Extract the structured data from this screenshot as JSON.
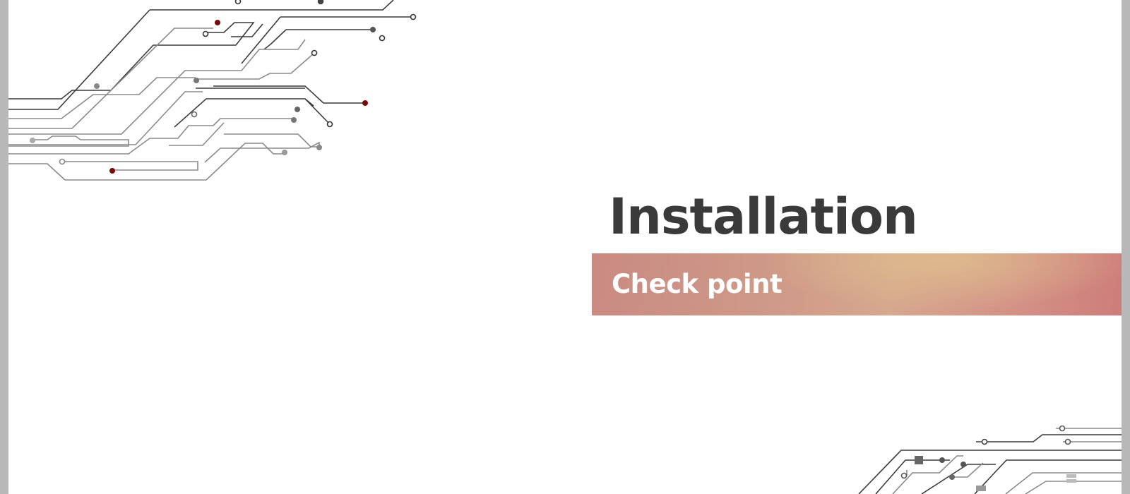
{
  "slide": {
    "title": "Installation",
    "subtitle": "Check point",
    "colors": {
      "title": "#3a3a3a",
      "banner_start": "#c98a82",
      "banner_mid": "#d6a88e",
      "banner_end": "#cc7a78",
      "circuit_dark": "#333333",
      "circuit_light": "#9a9a9a",
      "circuit_accent": "#7a0a0a",
      "frame": "#b8b8b8"
    },
    "decorations": [
      "circuit-pattern-top-left",
      "circuit-pattern-bottom-right"
    ]
  }
}
